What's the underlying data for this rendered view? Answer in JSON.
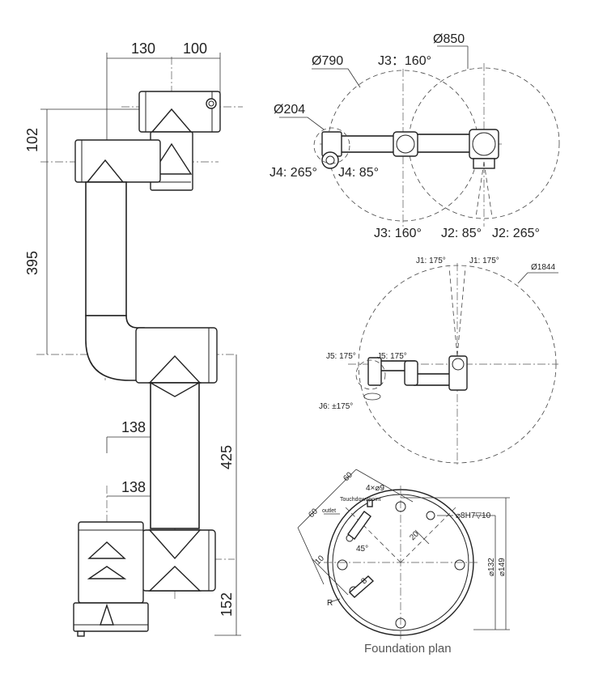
{
  "side_view": {
    "dims": {
      "d130": "130",
      "d100": "100",
      "d102": "102",
      "d395": "395",
      "d138a": "138",
      "d138b": "138",
      "d425": "425",
      "d152": "152"
    }
  },
  "top_view": {
    "dia_850": "Ø850",
    "dia_790": "Ø790",
    "dia_204": "Ø204",
    "j3_top": "J3：160°",
    "j4_265": "J4: 265°",
    "j4_85": "J4: 85°",
    "j3_bottom": "J3: 160°",
    "j2_85": "J2: 85°",
    "j2_265": "J2: 265°"
  },
  "front_view": {
    "j1_left": "J1: 175°",
    "j1_right": "J1: 175°",
    "dia_1844": "Ø1844",
    "j5_left": "J5: 175°",
    "j5_right": "J5: 175°",
    "j6": "J6: ±175°"
  },
  "foundation": {
    "d60a": "60",
    "d60b": "60",
    "holes": "4×⌀9",
    "touchdown": "Touchdownpoint",
    "outlet": "outlet",
    "pin": "⌀8H7▽10",
    "d20": "20",
    "a45": "45°",
    "d10": "10",
    "d8": "8",
    "r": "R",
    "d132": "⌀132",
    "d149": "⌀149",
    "caption": "Foundation plan"
  }
}
